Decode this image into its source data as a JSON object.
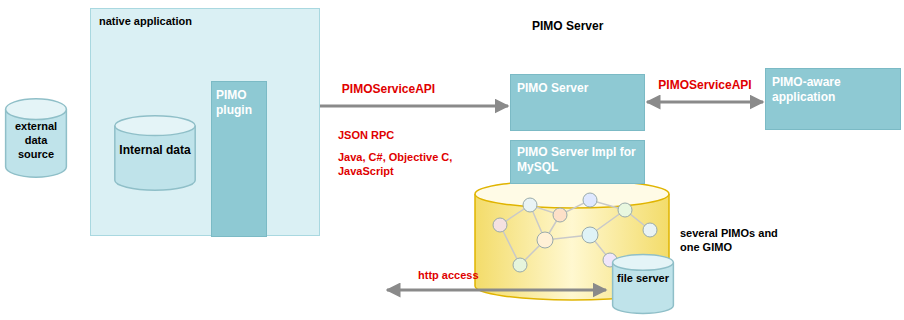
{
  "diagram": {
    "nodes": [
      {
        "text": [
          "external data source"
        ]
      },
      {
        "text": [
          "native application"
        ]
      },
      {
        "text": [
          "Internal data"
        ],
        "in": 1
      },
      {
        "text": [
          "PIMO plugin"
        ],
        "in": 1
      },
      {
        "text": [
          "PIMO Server"
        ]
      },
      {
        "text": [
          "PIMO Server Impl for MySQL"
        ]
      },
      {
        "text": [
          "PIMO-aware application"
        ]
      },
      {
        "text": [
          "file server"
        ]
      }
    ],
    "edges": [
      {
        "from": 3,
        "to": 4,
        "label": "PIMOServiceAPI",
        "arrow": "both"
      },
      {
        "from": 4,
        "to": 6,
        "label": "PIMOServiceAPI",
        "arrow": "both"
      }
    ],
    "labels": [
      "PIMO Server",
      "JSON RPC",
      "Java, C#, Objective C, JavaScript",
      "several PIMOs and one GIMO",
      "http access"
    ]
  }
}
